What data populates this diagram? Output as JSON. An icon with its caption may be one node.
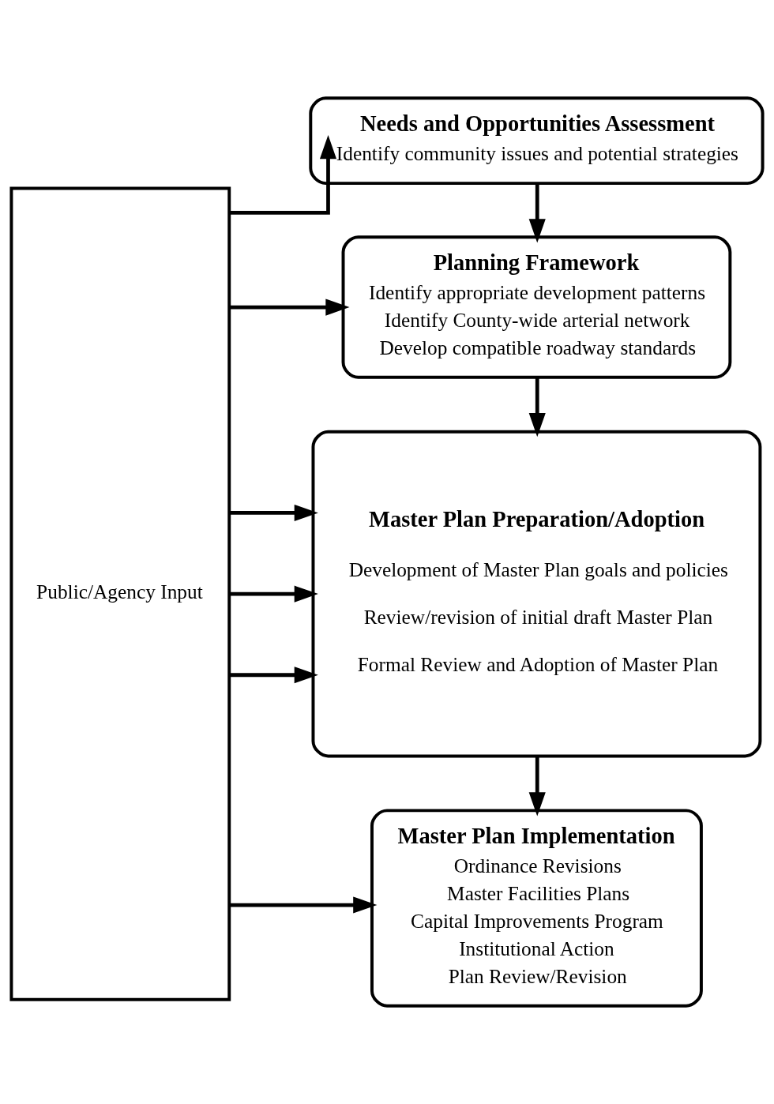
{
  "diagram": {
    "nodes": [
      {
        "text": [
          "Public/Agency Input"
        ]
      },
      {
        "text": [
          "Needs and Opportunities Assessment",
          "Identify community issues and potential strategies"
        ]
      },
      {
        "text": [
          "Planning Framework",
          "Identify appropriate development patterns",
          "Identify County-wide arterial network",
          "Develop compatible roadway standards"
        ]
      },
      {
        "text": [
          "Master Plan Preparation/Adoption",
          "Development of Master Plan goals and policies",
          "Review/revision of initial draft Master Plan",
          "Formal Review and Adoption of Master Plan"
        ]
      },
      {
        "text": [
          "Master Plan Implementation",
          "Ordinance Revisions",
          "Master Facilities Plans",
          "Capital Improvements Program",
          "Institutional Action",
          "Plan Review/Revision"
        ]
      }
    ],
    "edges": [
      {
        "from": 0,
        "to": 1,
        "arrow": "to"
      },
      {
        "from": 1,
        "to": 2,
        "arrow": "to"
      },
      {
        "from": 0,
        "to": 2,
        "arrow": "to"
      },
      {
        "from": 2,
        "to": 3,
        "arrow": "to"
      },
      {
        "from": 0,
        "to": 3,
        "arrow": "to"
      },
      {
        "from": 0,
        "to": 3,
        "arrow": "to"
      },
      {
        "from": 0,
        "to": 3,
        "arrow": "to"
      },
      {
        "from": 3,
        "to": 4,
        "arrow": "to"
      },
      {
        "from": 0,
        "to": 4,
        "arrow": "to"
      }
    ]
  }
}
